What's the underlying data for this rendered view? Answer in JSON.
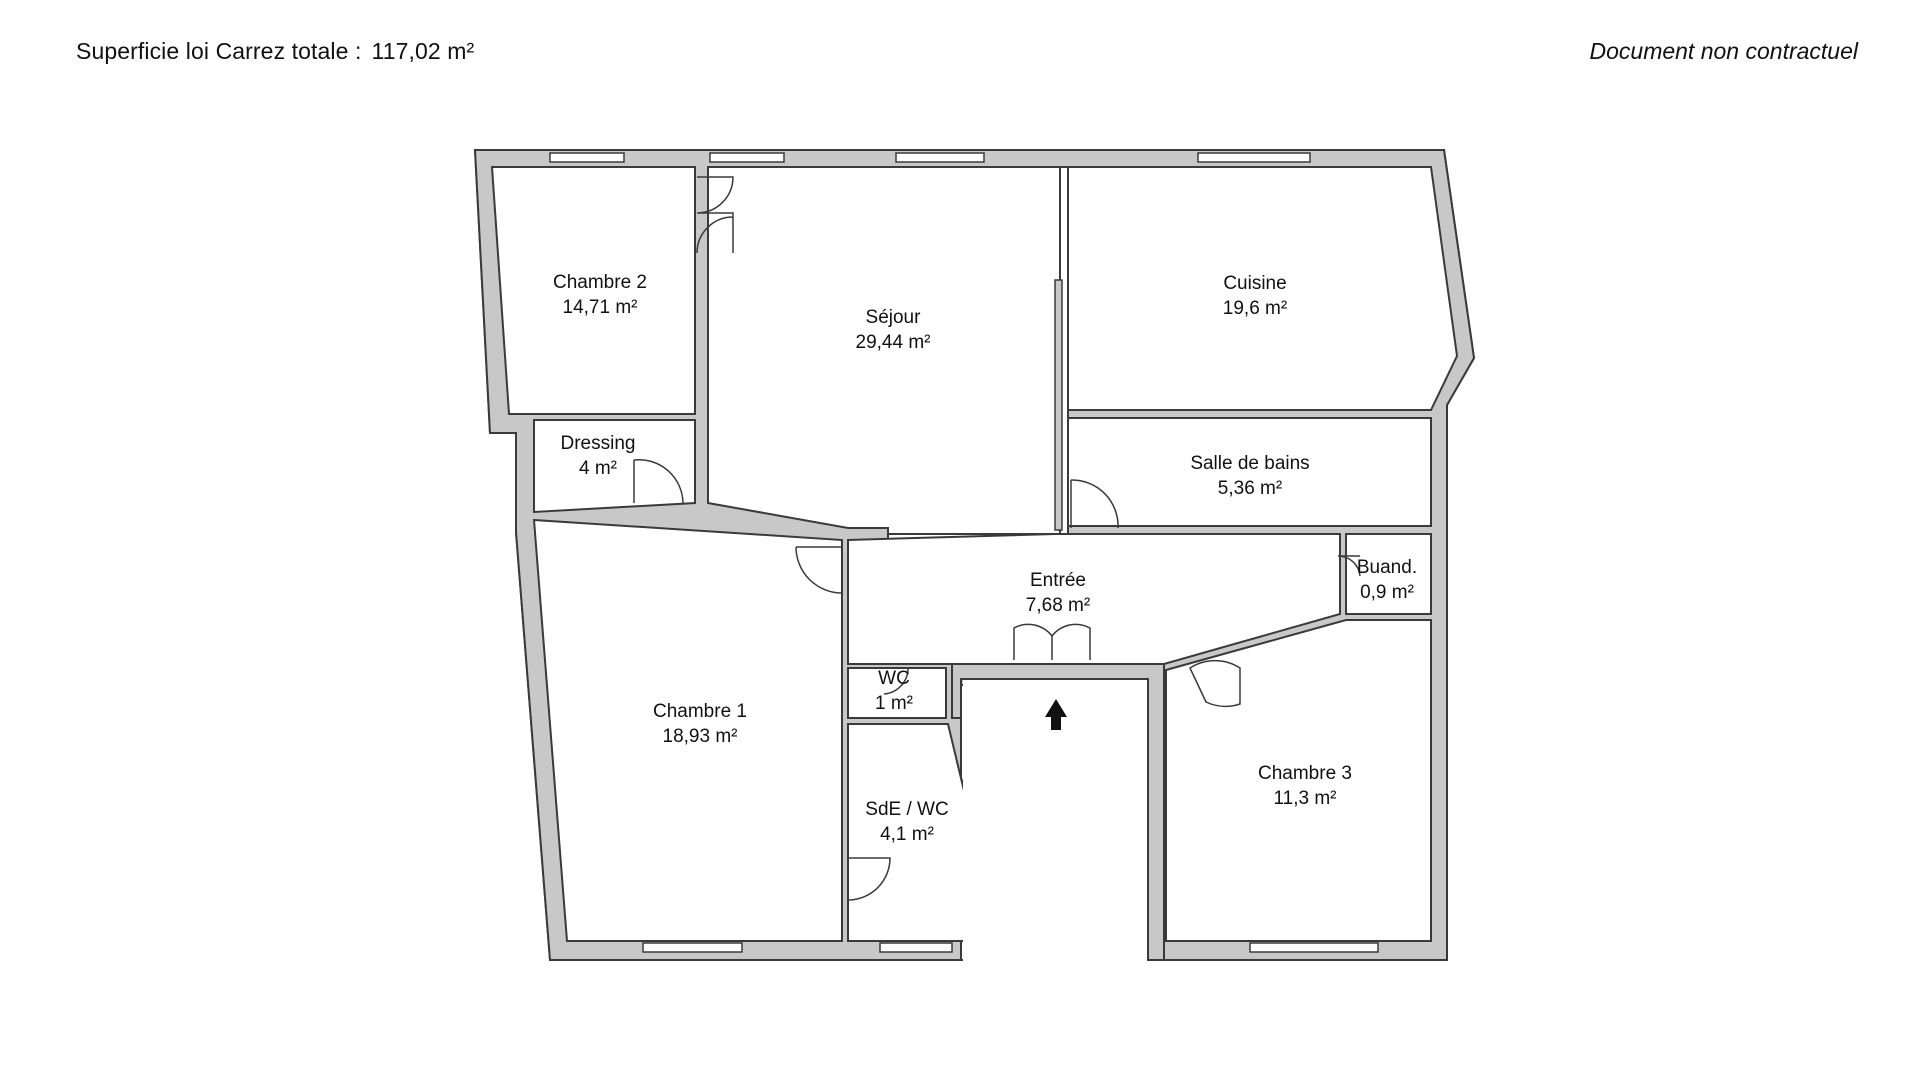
{
  "header": {
    "area_label": "Superficie loi Carrez totale :",
    "area_value": "117,02 m²",
    "disclaimer": "Document non contractuel"
  },
  "colors": {
    "wall": "#c8c8c8",
    "outline": "#3a3a3a",
    "floor": "#ffffff"
  },
  "rooms": {
    "chambre2": {
      "name": "Chambre 2",
      "area": "14,71 m²"
    },
    "sejour": {
      "name": "Séjour",
      "area": "29,44 m²"
    },
    "cuisine": {
      "name": "Cuisine",
      "area": "19,6 m²"
    },
    "dressing": {
      "name": "Dressing",
      "area": "4 m²"
    },
    "sdb": {
      "name": "Salle de bains",
      "area": "5,36 m²"
    },
    "entree": {
      "name": "Entrée",
      "area": "7,68 m²"
    },
    "buanderie": {
      "name": "Buand.",
      "area": "0,9 m²"
    },
    "wc": {
      "name": "WC",
      "area": "1 m²"
    },
    "chambre1": {
      "name": "Chambre 1",
      "area": "18,93 m²"
    },
    "sde": {
      "name": "SdE / WC",
      "area": "4,1 m²"
    },
    "chambre3": {
      "name": "Chambre 3",
      "area": "11,3 m²"
    }
  }
}
